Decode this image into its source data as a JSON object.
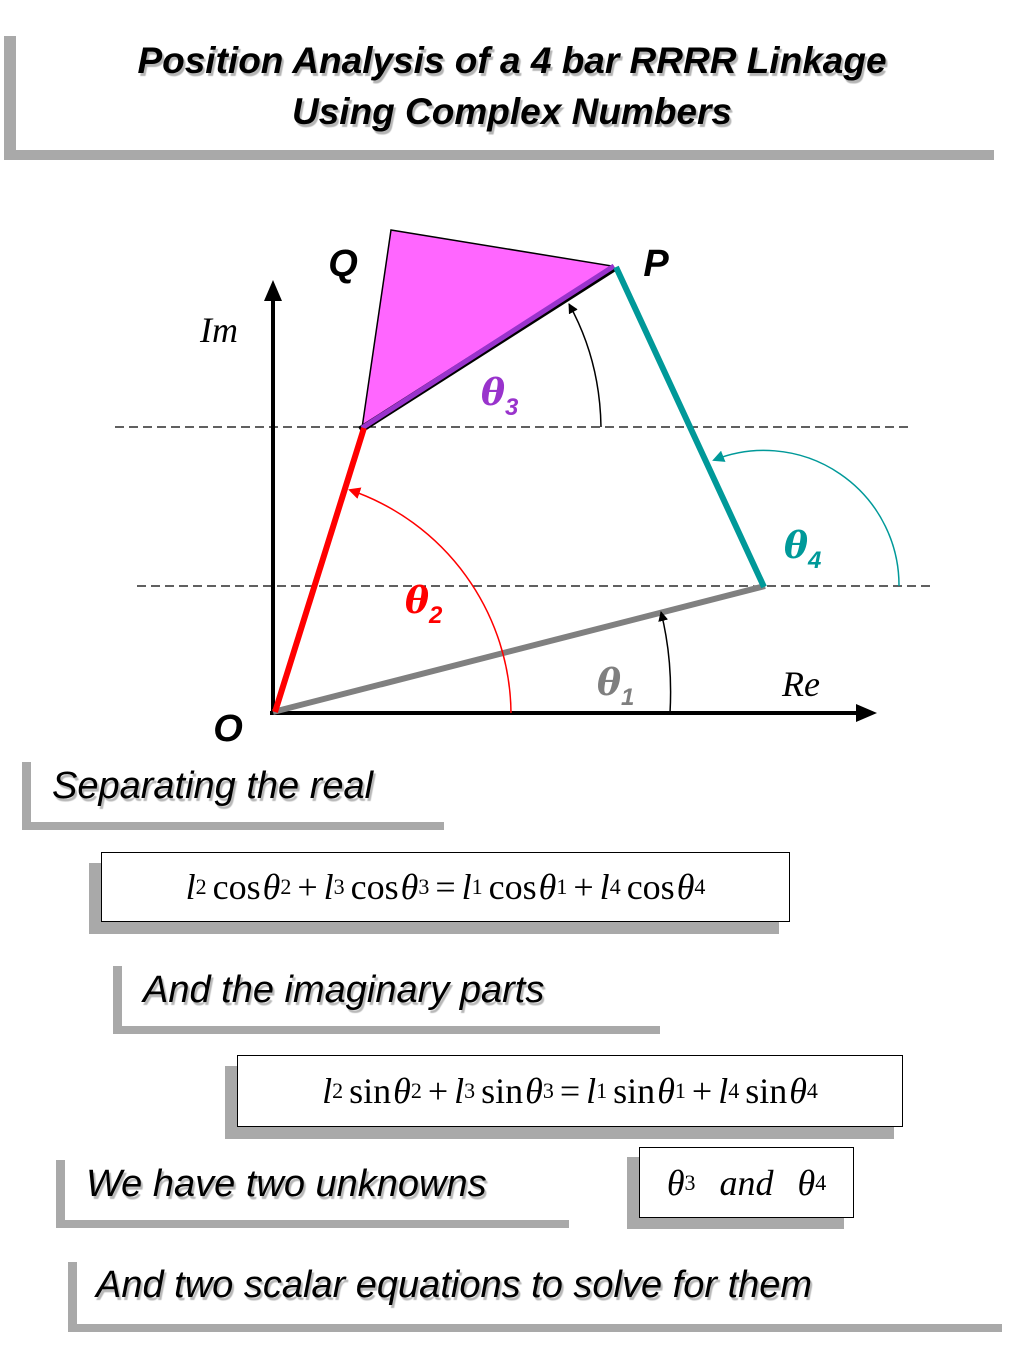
{
  "title": {
    "line1": "Position Analysis of a 4 bar RRRR Linkage",
    "line2": "Using Complex Numbers"
  },
  "diagram": {
    "labels": {
      "q": "Q",
      "p": "P",
      "o": "O",
      "im": "Im",
      "re": "Re"
    },
    "angles": [
      {
        "symbol": "θ",
        "subscript": "1",
        "color": "#7f7f7f"
      },
      {
        "symbol": "θ",
        "subscript": "2",
        "color": "#ff0000"
      },
      {
        "symbol": "θ",
        "subscript": "3",
        "color": "#9933cc"
      },
      {
        "symbol": "θ",
        "subscript": "4",
        "color": "#009999"
      }
    ],
    "colors": {
      "link1": "#808080",
      "link2": "#ff0000",
      "link3": "#9933cc",
      "link4": "#009999",
      "coupler_fill": "#ff66ff"
    }
  },
  "captions": {
    "real": "Separating the real",
    "imaginary": "And the imaginary parts",
    "unknowns": "We have two unknowns",
    "solve": "And two scalar equations to solve for them"
  },
  "equations": {
    "real": {
      "lhs": [
        {
          "coef": "l",
          "coef_sub": "2",
          "fn": "cos",
          "var": "θ",
          "var_sub": "2"
        },
        {
          "coef": "l",
          "coef_sub": "3",
          "fn": "cos",
          "var": "θ",
          "var_sub": "3"
        }
      ],
      "rhs": [
        {
          "coef": "l",
          "coef_sub": "1",
          "fn": "cos",
          "var": "θ",
          "var_sub": "1"
        },
        {
          "coef": "l",
          "coef_sub": "4",
          "fn": "cos",
          "var": "θ",
          "var_sub": "4"
        }
      ],
      "plus": "+",
      "equals": "="
    },
    "imag": {
      "lhs": [
        {
          "coef": "l",
          "coef_sub": "2",
          "fn": "sin",
          "var": "θ",
          "var_sub": "2"
        },
        {
          "coef": "l",
          "coef_sub": "3",
          "fn": "sin",
          "var": "θ",
          "var_sub": "3"
        }
      ],
      "rhs": [
        {
          "coef": "l",
          "coef_sub": "1",
          "fn": "sin",
          "var": "θ",
          "var_sub": "1"
        },
        {
          "coef": "l",
          "coef_sub": "4",
          "fn": "sin",
          "var": "θ",
          "var_sub": "4"
        }
      ],
      "plus": "+",
      "equals": "="
    },
    "unknowns": {
      "var": "θ",
      "sub_a": "3",
      "sub_b": "4",
      "conj": "and"
    }
  }
}
